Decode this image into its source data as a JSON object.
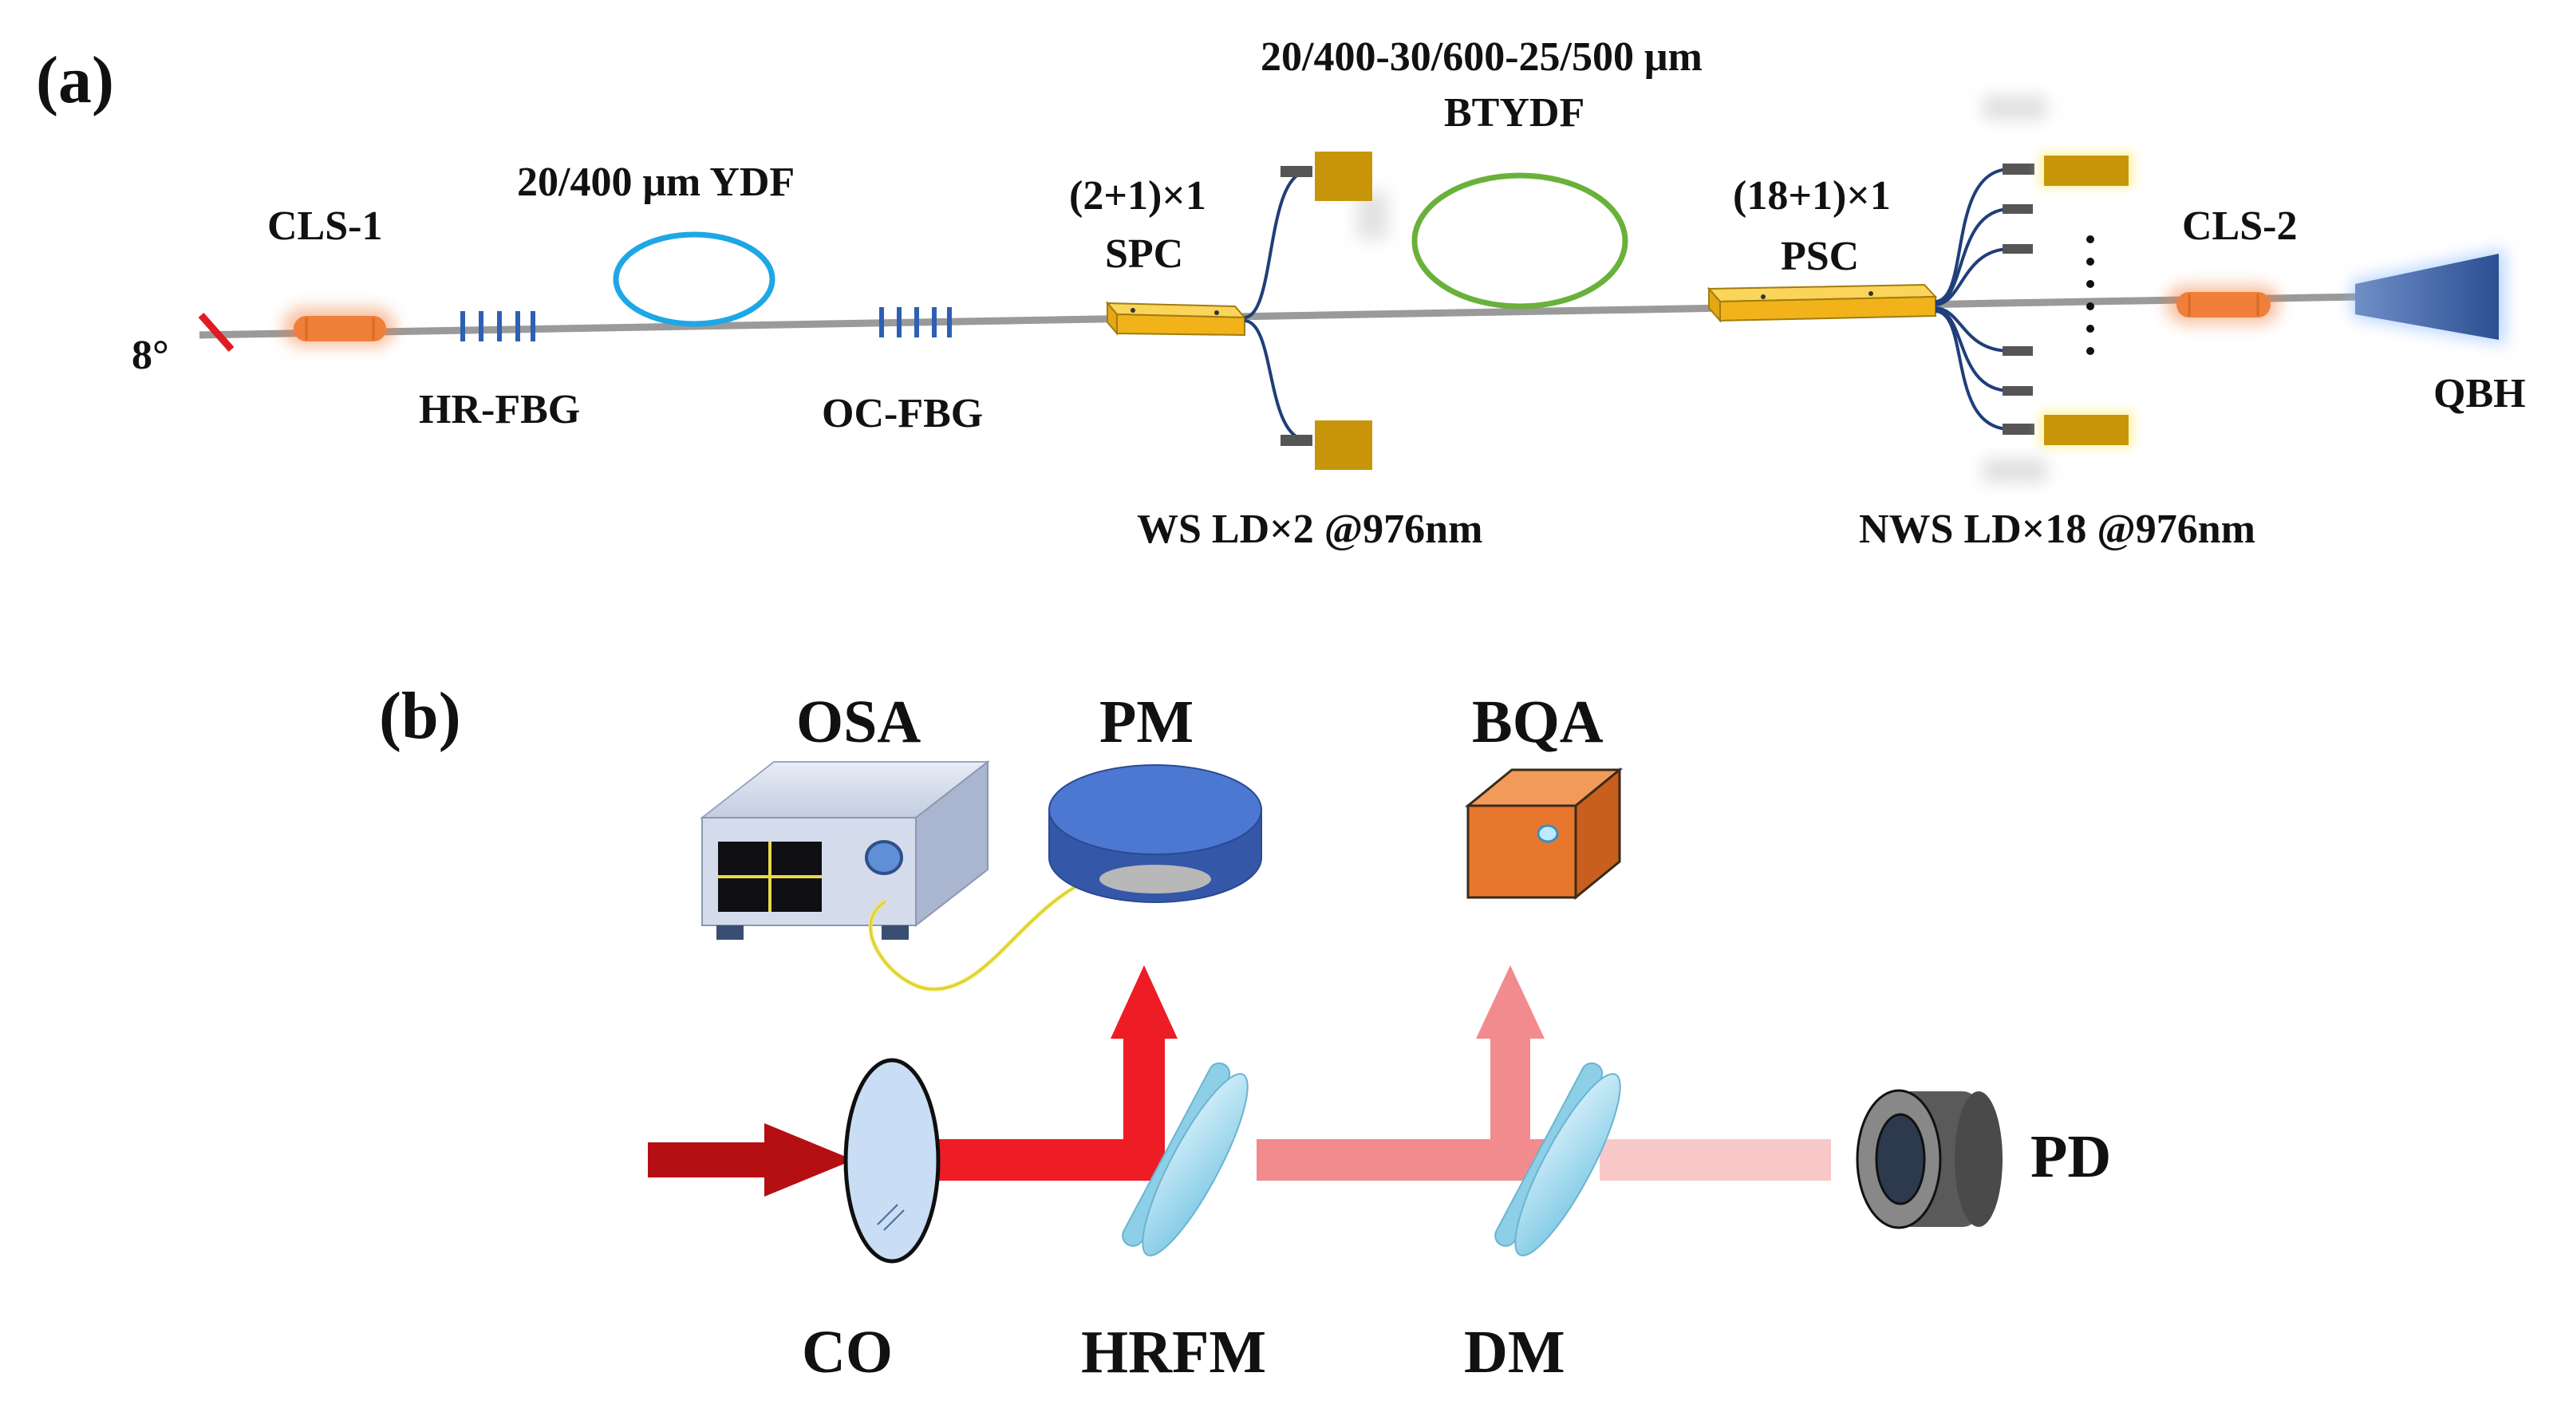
{
  "panel_a": {
    "tag": "(a)",
    "angle_label": "8°",
    "cls1": "CLS-1",
    "ydf": "20/400 μm YDF",
    "hr_fbg": "HR-FBG",
    "oc_fbg": "OC-FBG",
    "spc_line1": "(2+1)×1",
    "spc_line2": "SPC",
    "btydf_line1": "20/400-30/600-25/500 μm",
    "btydf_line2": "BTYDF",
    "psc_line1": "(18+1)×1",
    "psc_line2": "PSC",
    "cls2": "CLS-2",
    "qbh": "QBH",
    "ws_ld": "WS LD×2 @976nm",
    "nws_ld": "NWS LD×18 @976nm"
  },
  "panel_b": {
    "tag": "(b)",
    "osa": "OSA",
    "pm": "PM",
    "bqa": "BQA",
    "pd": "PD",
    "co": "CO",
    "hrfm": "HRFM",
    "dm": "DM"
  },
  "colors": {
    "fiber": "#9a9a9a",
    "fbg": "#2e5fb5",
    "ydf_coil": "#1ea7e6",
    "btydf_coil": "#6ab13b",
    "combiner": "#f2b21a",
    "pump_ld": "#c8950a",
    "lead_fiber": "#1f3f7a",
    "cls": "#f07f3a",
    "qbh": "#4a6da8",
    "beam_dark": "#b50f14",
    "beam_red": "#ee1c24",
    "beam_pink": "#f28b8e",
    "beam_faint": "#f8c8c9",
    "mirror": "#a9dcef",
    "bqa_box": "#e8772e",
    "pm_disk": "#3f6cc4",
    "osa_box": "#c9d3e6",
    "pd": "#707070"
  }
}
